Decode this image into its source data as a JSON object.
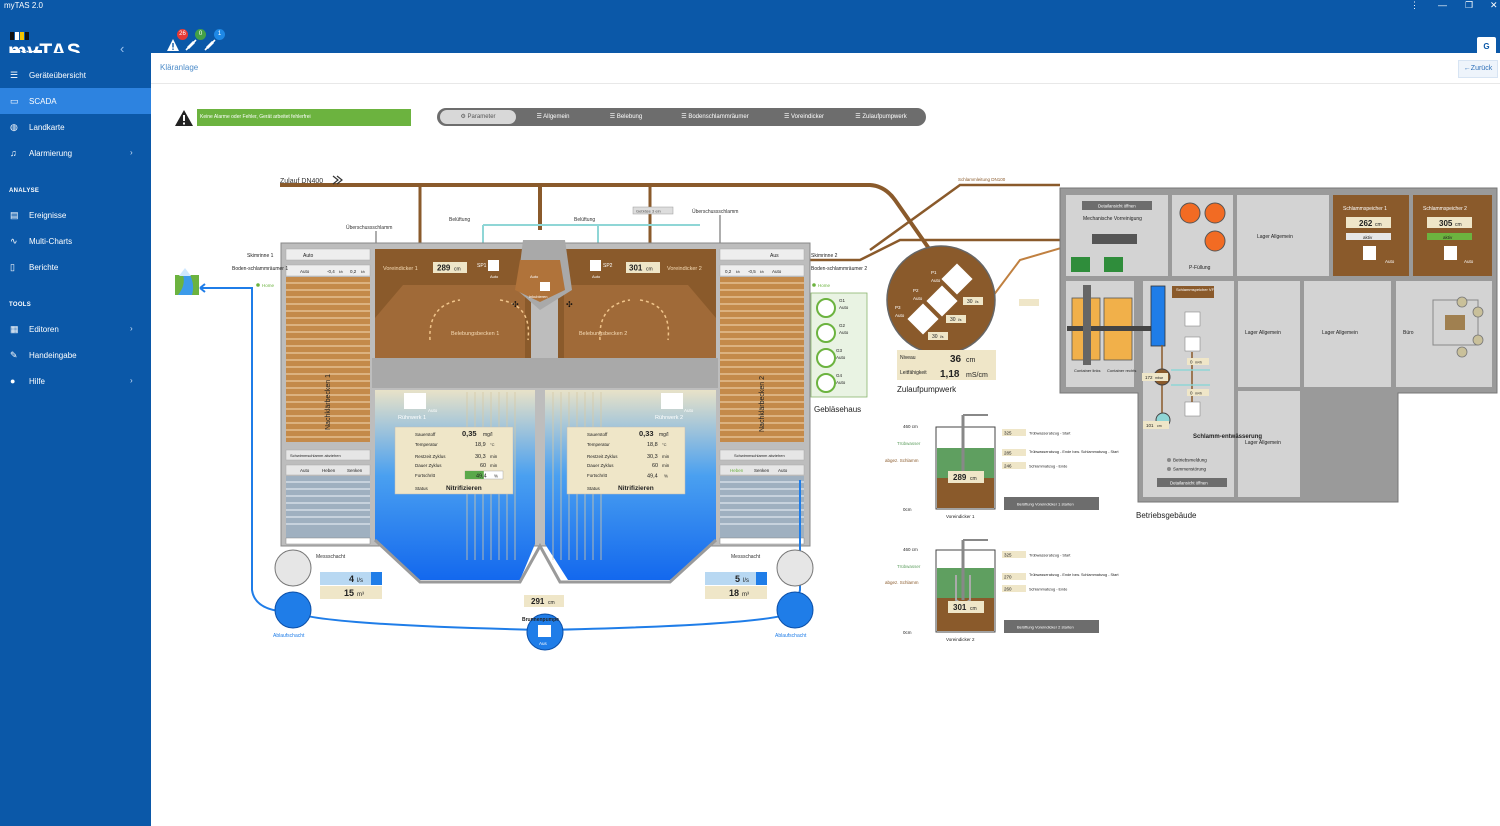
{
  "window": {
    "title": "myTAS 2.0"
  },
  "brand": {
    "vendor": "RSE",
    "product": "myTAS",
    "colors": {
      "primary": "#0b58a8",
      "active": "#2d83e0",
      "ok": "#6cb33f",
      "sludge": "#8a5a2b",
      "water": "#1f7de8"
    }
  },
  "header": {
    "alarm_counts": {
      "red": "26",
      "green": "0",
      "blue": "1"
    },
    "user_initial": "G"
  },
  "sidebar": {
    "nav": [
      {
        "label": "Geräteübersicht",
        "icon": "list-icon"
      },
      {
        "label": "SCADA",
        "icon": "monitor-icon",
        "active": true
      },
      {
        "label": "Landkarte",
        "icon": "map-pin-icon"
      },
      {
        "label": "Alarmierung",
        "icon": "bell-icon"
      }
    ],
    "analyse_title": "ANALYSE",
    "analyse": [
      {
        "label": "Ereignisse",
        "icon": "events-icon"
      },
      {
        "label": "Multi-Charts",
        "icon": "chart-icon"
      },
      {
        "label": "Berichte",
        "icon": "document-icon"
      }
    ],
    "tools_title": "TOOLS",
    "tools": [
      {
        "label": "Editoren",
        "icon": "editor-icon"
      },
      {
        "label": "Handeingabe",
        "icon": "pencil-icon"
      },
      {
        "label": "Hilfe",
        "icon": "info-icon"
      }
    ]
  },
  "breadcrumb": {
    "current": "Kläranlage"
  },
  "back_label": "Zurück",
  "status": {
    "message": "Keine Alarme oder Fehler, Gerät arbeitet fehlerfrei"
  },
  "tabs": [
    {
      "label": "Parameter",
      "active": true
    },
    {
      "label": "Allgemein"
    },
    {
      "label": "Belebung"
    },
    {
      "label": "Bodenschlammräumer"
    },
    {
      "label": "Voreindicker"
    },
    {
      "label": "Zulaufpumpwerk"
    }
  ],
  "scada": {
    "zulauf": "Zulauf DN400",
    "schlammleitung": "Schlammleitung DN100",
    "ueberschuss1": "Überschussschlamm",
    "ueberschuss2": "Überschussschlamm",
    "belueftung1": "Belüftung",
    "belueftung2": "Belüftung",
    "geblaese_ein": "Gebläse 3 ein",
    "skimrinne1": "Skimrinne 1",
    "skimrinne2": "Skimrinne 2",
    "boden1": "Boden-schlammräumer 1",
    "boden2": "Boden-schlammräumer 2",
    "home": "Home",
    "auto": "Auto",
    "aus": "Aus",
    "r1_a": "-0,4",
    "r1_b": "0,2",
    "r2_a": "0,2",
    "r2_b": "-0,5",
    "unit_kh": "kh",
    "voreindicker1": "Voreindicker 1",
    "voreindicker2": "Voreindicker 2",
    "ve1_level": "289",
    "ve2_level": "301",
    "cm": "cm",
    "sp1": "SP1",
    "sp2": "SP2",
    "inkubieren": "inkubieren",
    "beleb1": "Belebungsbecken 1",
    "beleb2": "Belebungsbecken 2",
    "nk1": "Nachklärbecken 1",
    "nk2": "Nachklärbecken 2",
    "ruehrwerk1": "Rührwerk 1",
    "ruehrwerk2": "Rührwerk 2",
    "params1": {
      "sauerstoff": "0,35",
      "temp": "18,9",
      "restzeit": "30,3",
      "dauer": "60",
      "fortschritt": "49,4",
      "status": "Nitrifizieren"
    },
    "params2": {
      "sauerstoff": "0,33",
      "temp": "18,8",
      "restzeit": "30,3",
      "dauer": "60",
      "fortschritt": "49,4",
      "status": "Nitrifizieren"
    },
    "param_labels": {
      "sauerstoff": "Sauerstoff",
      "temp": "Temperatur",
      "restzeit": "Restzeit Zyklus",
      "dauer": "Dauer Zyklus",
      "fortschritt": "Fortschritt",
      "status": "Status",
      "u_o2": "mg/l",
      "u_temp": "°C",
      "u_min": "min",
      "u_pct": "%"
    },
    "schwimm": "Schwimmschlamm abziehen",
    "heben": "Heben",
    "senken": "Senken",
    "messschacht": "Messschacht",
    "ablaufschacht": "Ablaufschacht",
    "flow1": "4",
    "vol1": "15",
    "flow2": "5",
    "vol2": "18",
    "u_ls": "l/s",
    "u_m3": "m³",
    "brunnen_level": "291",
    "brunnenpumpe": "Brunnenpumpe",
    "brunnen_state": "Aus",
    "zpw_p1": "P1",
    "zpw_p2": "P2",
    "zpw_p3": "P3",
    "zpw_v1": "30",
    "zpw_v2": "30",
    "zpw_v3": "30",
    "u_lh": "l/s",
    "zpw_niveau_label": "Niveau",
    "zpw_niveau": "36",
    "zpw_lf_label": "Leitfähigkeit",
    "zpw_lf": "1,18",
    "u_mscm": "mS/cm",
    "zpw": "Zulaufpumpwerk",
    "geblaesehaus": "Gebläsehaus",
    "g1": "G1",
    "g2": "G2",
    "g3": "G3",
    "g4": "G4",
    "ve_panel": {
      "top": "460 cm",
      "bottom": "0cm",
      "truebwasser": "Trübwasser",
      "abgez": "abgez. Schlamm",
      "v1": {
        "m1": "325",
        "t1": "Trübwasserabzug - Start",
        "m2": "285",
        "t2": "Trübwasserabzug - Ende bzw. Schlammabzug - Start",
        "m3": "246",
        "t3": "Schlammabzug - Ende",
        "level": "289",
        "name": "Voreindicker 1",
        "btn": "Belüftung Voreindicker 1 starten"
      },
      "v2": {
        "m1": "325",
        "t1": "Trübwasserabzug - Start",
        "m2": "270",
        "t2": "Trübwasserabzug - Ende bzw. Schlammabzug - Start",
        "m3": "260",
        "t3": "Schlammabzug - Ende",
        "level": "301",
        "name": "Voreindicker 2",
        "btn": "Belüftung Voreindicker 2 starten"
      }
    },
    "betrieb": {
      "detail": "Detailansicht öffnen",
      "mech": "Mechanische Vorreinigung",
      "pfuellung": "P-Füllung",
      "lager": "Lager Allgemein",
      "sp1": "Schlammspeicher 1",
      "sp1_level": "262",
      "sp1_state": "aktiv",
      "sp2": "Schlammspeicher 2",
      "sp2_level": "305",
      "sp2_state": "aktiv",
      "container_l": "Container links",
      "container_r": "Container rechts",
      "schlammspeicher_vf": "Schlammspeicher VF",
      "bar_val": "172",
      "u_mbar": "mbar",
      "m3h1": "0",
      "m3h2": "0",
      "u_m3h": "m³/h",
      "cm101": "101",
      "entw": "Schlamm-entwässerung",
      "betriebsmeldung": "Betriebsmeldung",
      "stoerung": "Sammenstörung",
      "buero": "Büro",
      "name": "Betriebsgebäude"
    }
  }
}
